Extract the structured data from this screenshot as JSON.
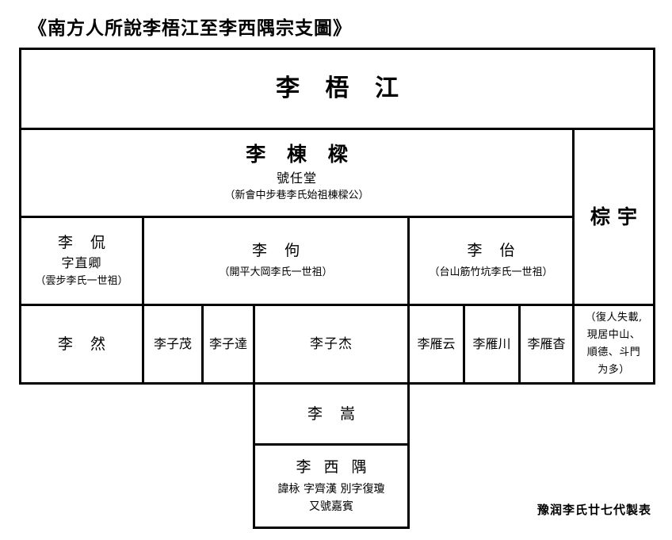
{
  "title": "《南方人所說李梧江至李西隅宗支圖》",
  "footer": {
    "signature": "豫润李氏廿七代製表"
  },
  "generations": {
    "g1": {
      "name": "李 梧 江"
    },
    "g2": {
      "name": "李 棟 樑",
      "hao": "號任堂",
      "note": "（新會中步巷李氏始祖棟樑公）",
      "side_name": "棕宇"
    },
    "g3": {
      "person_a": {
        "name": "李 侃",
        "zi": "字直卿",
        "note": "（雲步李氏一世祖）"
      },
      "person_b": {
        "name": "李 佝",
        "note": "（開平大岡李氏一世祖）"
      },
      "person_c": {
        "name": "李 佁",
        "note": "（台山筋竹坑李氏一世祖）"
      },
      "side_note": [
        "（復人失載,",
        "現居中山、",
        "順德、斗門",
        "为多）"
      ]
    },
    "g4": {
      "children": [
        {
          "name": "李 然"
        },
        {
          "name": "李子茂"
        },
        {
          "name": "李子達"
        },
        {
          "name": "李子杰"
        },
        {
          "name": "李雁云"
        },
        {
          "name": "李雁川"
        },
        {
          "name": "李雁杳"
        }
      ]
    },
    "g5": {
      "name": "李 嵩"
    },
    "g6": {
      "name": "李 西 隅",
      "line2": "諱栐  字齊漢  別字復瓊",
      "line3": "又號嘉賓"
    }
  }
}
